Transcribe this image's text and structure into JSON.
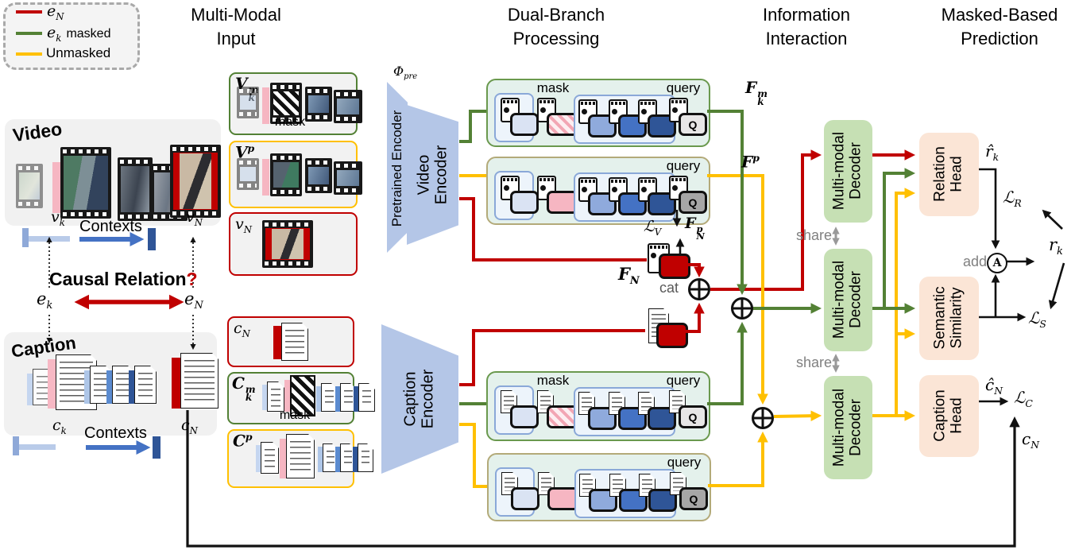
{
  "legend": {
    "row1": {
      "base": "e",
      "sub": "N",
      "color": "#c00000"
    },
    "row2": {
      "base": "e",
      "sub": "k",
      "text": "masked",
      "color": "#538135"
    },
    "row3": {
      "text": "Unmasked",
      "color": "#ffc000"
    }
  },
  "headers": {
    "input": {
      "line1": "Multi-Modal",
      "line2": "Input"
    },
    "processing": {
      "line1": "Dual-Branch",
      "line2": "Processing"
    },
    "interaction": {
      "line1": "Information",
      "line2": "Interaction"
    },
    "prediction": {
      "line1": "Masked-Based",
      "line2": "Prediction"
    }
  },
  "video_panel": {
    "title": "Video",
    "vk": {
      "base": "v",
      "sub": "k"
    },
    "vN": {
      "base": "v",
      "sub": "N"
    },
    "contexts": "Contexts"
  },
  "causal": {
    "text": "Causal Relation",
    "qmark": "?",
    "ek": {
      "base": "e",
      "sub": "k"
    },
    "eN": {
      "base": "e",
      "sub": "N"
    }
  },
  "caption_panel": {
    "title": "Caption",
    "ck": {
      "base": "c",
      "sub": "k"
    },
    "cN": {
      "base": "c",
      "sub": "N"
    },
    "contexts": "Contexts"
  },
  "inputs": {
    "vkm": {
      "base": "V",
      "sub": "k",
      "sup": "m"
    },
    "vp": {
      "base": "V",
      "sup": "p"
    },
    "vn": {
      "base": "v",
      "sub": "N"
    },
    "cn": {
      "base": "c",
      "sub": "N"
    },
    "ckm": {
      "base": "C",
      "sub": "k",
      "sup": "m"
    },
    "cp": {
      "base": "C",
      "sup": "p"
    }
  },
  "processing": {
    "pretrained": "Pretrained Encoder",
    "phi": "Φ",
    "phisub": "pre",
    "video_encoder": {
      "line1": "Video",
      "line2": "Encoder"
    },
    "caption_encoder": {
      "line1": "Caption",
      "line2": "Encoder"
    },
    "mask_label": "mask",
    "query_label": "query",
    "q": "Q",
    "cat": "cat",
    "fkm": {
      "base": "F",
      "sub": "k",
      "sup": "m"
    },
    "fp": {
      "base": "F",
      "sup": "p"
    },
    "fnp": {
      "base": "F",
      "sub": "N",
      "sup": "p"
    },
    "fn": {
      "base": "F",
      "sub": "N"
    },
    "lv": {
      "base": "ℒ",
      "sub": "V"
    }
  },
  "interaction": {
    "decoder_line1": "Multi-modal",
    "decoder_line2": "Decoder",
    "share": "share"
  },
  "prediction": {
    "relation": {
      "line1": "Relation",
      "line2": "Head"
    },
    "semantic": {
      "line1": "Semantic",
      "line2": "Similarity"
    },
    "caption": {
      "line1": "Caption",
      "line2": "Head"
    },
    "rhat": {
      "base": "r̂",
      "sub": "k"
    },
    "lr": {
      "base": "ℒ",
      "sub": "R"
    },
    "rk": {
      "base": "r",
      "sub": "k"
    },
    "add": "add",
    "a": "A",
    "ls": {
      "base": "ℒ",
      "sub": "S"
    },
    "chat": {
      "base": "ĉ",
      "sub": "N"
    },
    "lc": {
      "base": "ℒ",
      "sub": "C"
    },
    "cn": {
      "base": "c",
      "sub": "N"
    }
  },
  "colors": {
    "red": "#c00000",
    "green": "#538135",
    "yellow": "#ffc000",
    "blue_light": "#dae3f3",
    "blue_mid": "#8faadc",
    "blue": "#4472c4",
    "blue_dark": "#2f5597",
    "pink": "#f6b6c2",
    "mint": "#e4f1ec",
    "tan_border": "#b3aa79",
    "green_border": "#6a994e",
    "decoder_bg": "#c6e0b4",
    "head_bg": "#fbe5d6",
    "encoder_bg": "#b4c6e7",
    "q_light": "#e7e6e6",
    "q_dark": "#a6a6a6"
  }
}
